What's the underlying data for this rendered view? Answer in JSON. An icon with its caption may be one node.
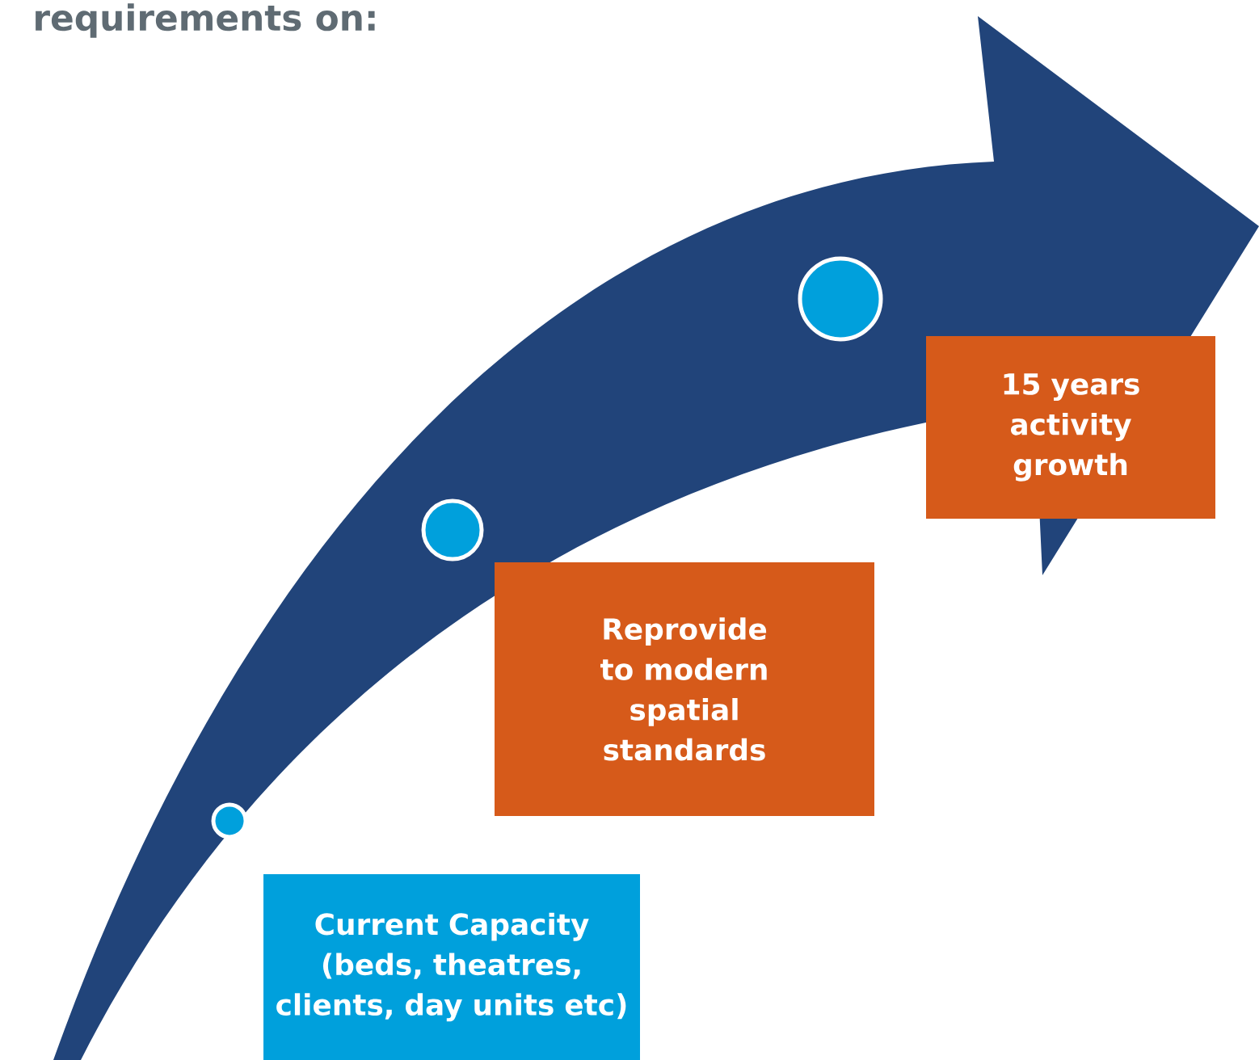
{
  "diagram": {
    "title": "requirements on:",
    "nodes": [
      {
        "text": [
          "15 years activity growth"
        ]
      },
      {
        "text": [
          "Reprovide to modern spatial standards"
        ]
      },
      {
        "text": [
          "Current Capacity (beds, theatres, clients, day units etc)"
        ]
      },
      {
        "text": [],
        "shape": "circle"
      },
      {
        "text": [],
        "shape": "circle"
      },
      {
        "text": [],
        "shape": "circle"
      }
    ]
  }
}
